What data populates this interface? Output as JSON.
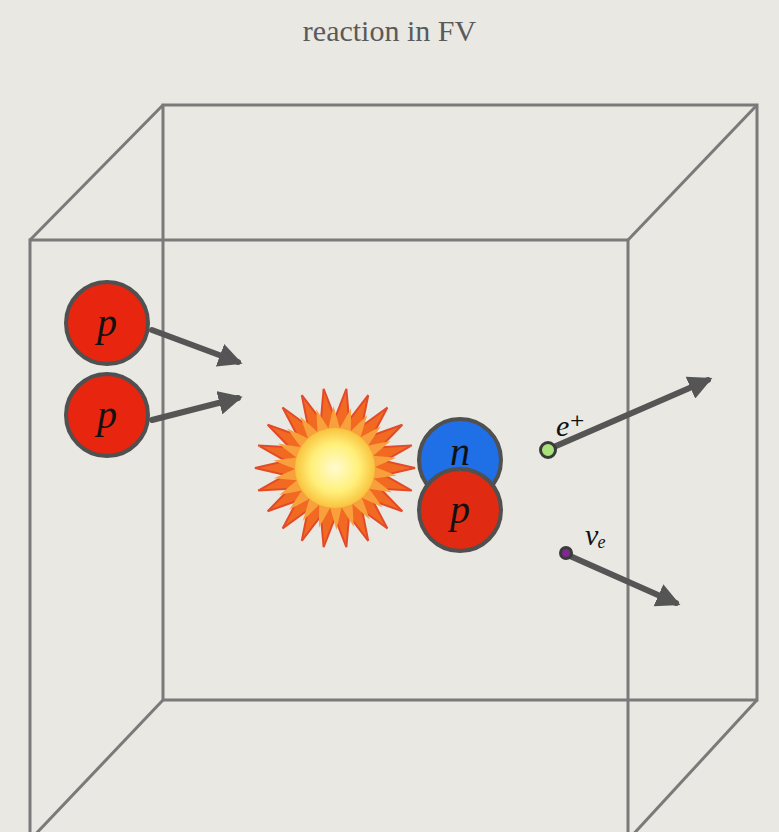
{
  "diagram": {
    "title": "reaction in FV",
    "nodes": [
      {
        "text": [
          "p"
        ]
      },
      {
        "text": [
          "p"
        ]
      },
      {
        "text": [
          "n"
        ]
      },
      {
        "text": [
          "p"
        ]
      },
      {
        "text": [
          "e⁺"
        ]
      },
      {
        "text": [
          "νₑ"
        ]
      }
    ]
  }
}
